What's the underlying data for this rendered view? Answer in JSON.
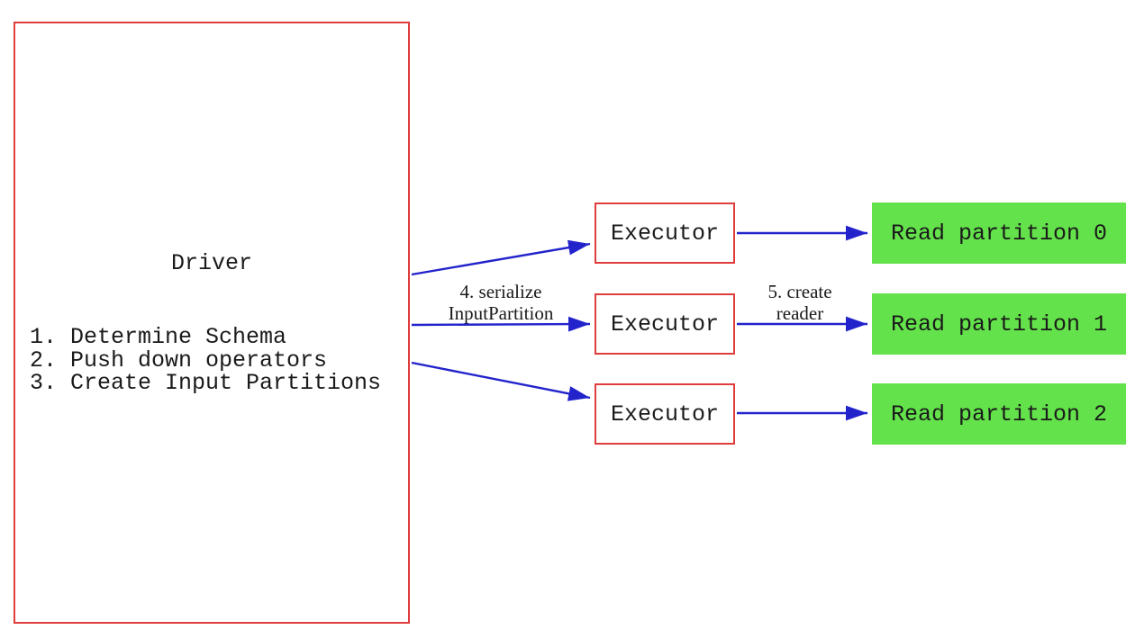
{
  "colors": {
    "red": "#e03c3c",
    "blue": "#2323cc",
    "green": "#64e24b",
    "text": "#1a1a1a"
  },
  "driver": {
    "title": "Driver",
    "steps": [
      "1. Determine Schema",
      "2. Push down operators",
      "3. Create Input Partitions"
    ]
  },
  "executors": [
    {
      "label": "Executor"
    },
    {
      "label": "Executor"
    },
    {
      "label": "Executor"
    }
  ],
  "partitions": [
    {
      "label": "Read partition 0"
    },
    {
      "label": "Read partition 1"
    },
    {
      "label": "Read partition 2"
    }
  ],
  "arrow_labels": {
    "serialize": {
      "line1": "4. serialize",
      "line2": "InputPartition"
    },
    "create_reader": {
      "line1": "5. create",
      "line2": "reader"
    }
  }
}
